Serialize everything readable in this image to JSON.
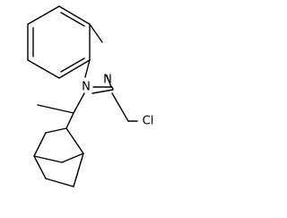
{
  "molecule": {
    "atoms": {
      "imidazole_n": "N",
      "benzimidazole_n1": "N",
      "chlorine": "Cl"
    }
  }
}
